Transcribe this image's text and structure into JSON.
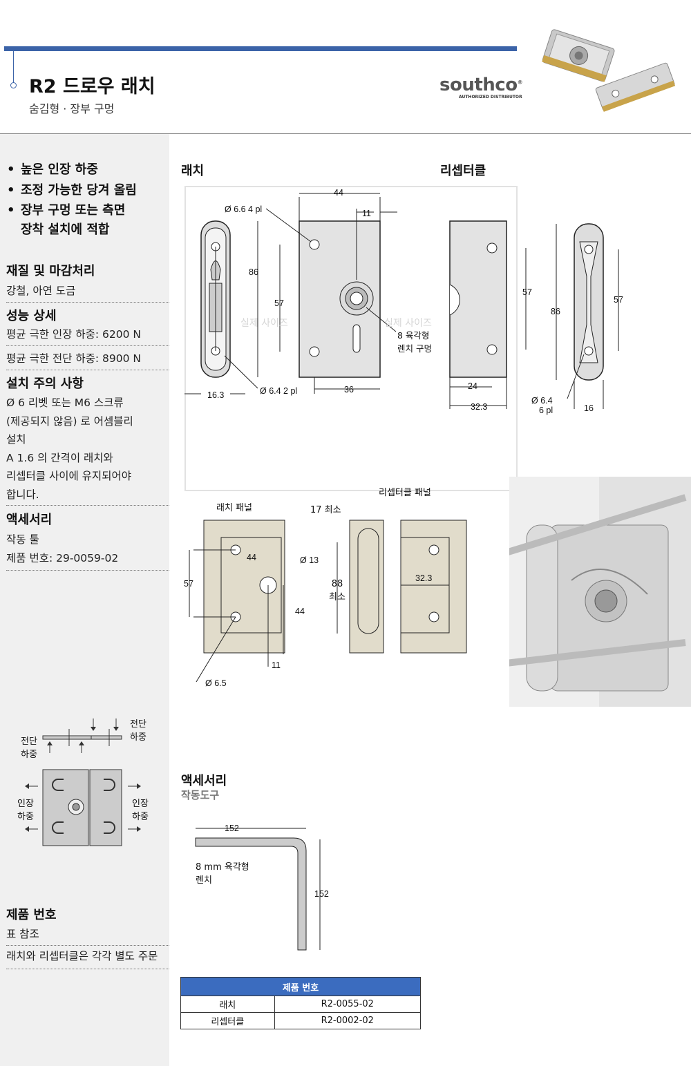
{
  "header": {
    "title": "R2 드로우 래치",
    "subtitle": "숨김형 · 장부 구멍",
    "brand": "southco",
    "brand_sub": "AUTHORIZED DISTRIBUTOR",
    "accent_color": "#3b63a8"
  },
  "features": [
    "높은 인장 하중",
    "조정 가능한 당겨 올림",
    "장부 구멍 또는 측면 장착 설치에 적합"
  ],
  "features_lines": [
    "높은 인장 하중",
    "조정 가능한 당겨 올림",
    "장부 구멍 또는 측면",
    "장착 설치에 적합"
  ],
  "material": {
    "heading": "재질 및 마감처리",
    "text": "강철, 아연 도금"
  },
  "performance": {
    "heading": "성능 상세",
    "tensile": "평균 극한 인장 하중: 6200 N",
    "shear": "평균 극한 전단 하중: 8900 N"
  },
  "install": {
    "heading": "설치 주의 사항",
    "lines": [
      "Ø 6 리벳 또는 M6 스크류",
      "(제공되지 않음) 로 어셈블리",
      "설치",
      "A 1.6 의 간격이 래치와",
      "리셉터클 사이에 유지되어야",
      "합니다."
    ]
  },
  "accessory": {
    "heading": "액세서리",
    "name": "작동 툴",
    "part": "제품 번호: 29-0059-02"
  },
  "load_diagram": {
    "shear1": "전단",
    "shear2": "하중",
    "tensile1": "인장",
    "tensile2": "하중"
  },
  "part_number": {
    "heading": "제품 번호",
    "ref": "표 참조",
    "note": "래치와 리셉터클은 각각 별도 주문"
  },
  "drawing": {
    "latch_title": "래치",
    "receptacle_title": "리셉터클",
    "watermark": "실제 사이즈",
    "dims": {
      "d66": "Ø 6.6  4 pl",
      "d44": "44",
      "d11": "11",
      "d86": "86",
      "d57": "57",
      "d36": "36",
      "d163": "16.3",
      "d64": "Ø 6.4  2 pl",
      "hex1": "8 육각형",
      "hex2": "렌치 구멍",
      "r57": "57",
      "r86": "86",
      "r57b": "57",
      "r24": "24",
      "r323": "32.3",
      "r64a": "Ø 6.4",
      "r64b": "6 pl",
      "r16": "16"
    },
    "panel": {
      "latch_panel": "래치 패널",
      "rec_panel": "리셉터클 패널",
      "min17": "17 최소",
      "p57": "57",
      "p44": "44",
      "p13": "Ø 13",
      "p44b": "44",
      "p11": "11",
      "p65": "Ø 6.5",
      "p88": "88",
      "p88min": "최소",
      "p323": "32.3"
    }
  },
  "tool": {
    "heading": "액세서리",
    "sub": "작동도구",
    "len1": "152",
    "len2": "152",
    "label1": "8 mm 육각형",
    "label2": "렌치"
  },
  "table": {
    "header": "제품 번호",
    "rows": [
      {
        "name": "래치",
        "part": "R2-0055-02"
      },
      {
        "name": "리셉터클",
        "part": "R2-0002-02"
      }
    ]
  }
}
